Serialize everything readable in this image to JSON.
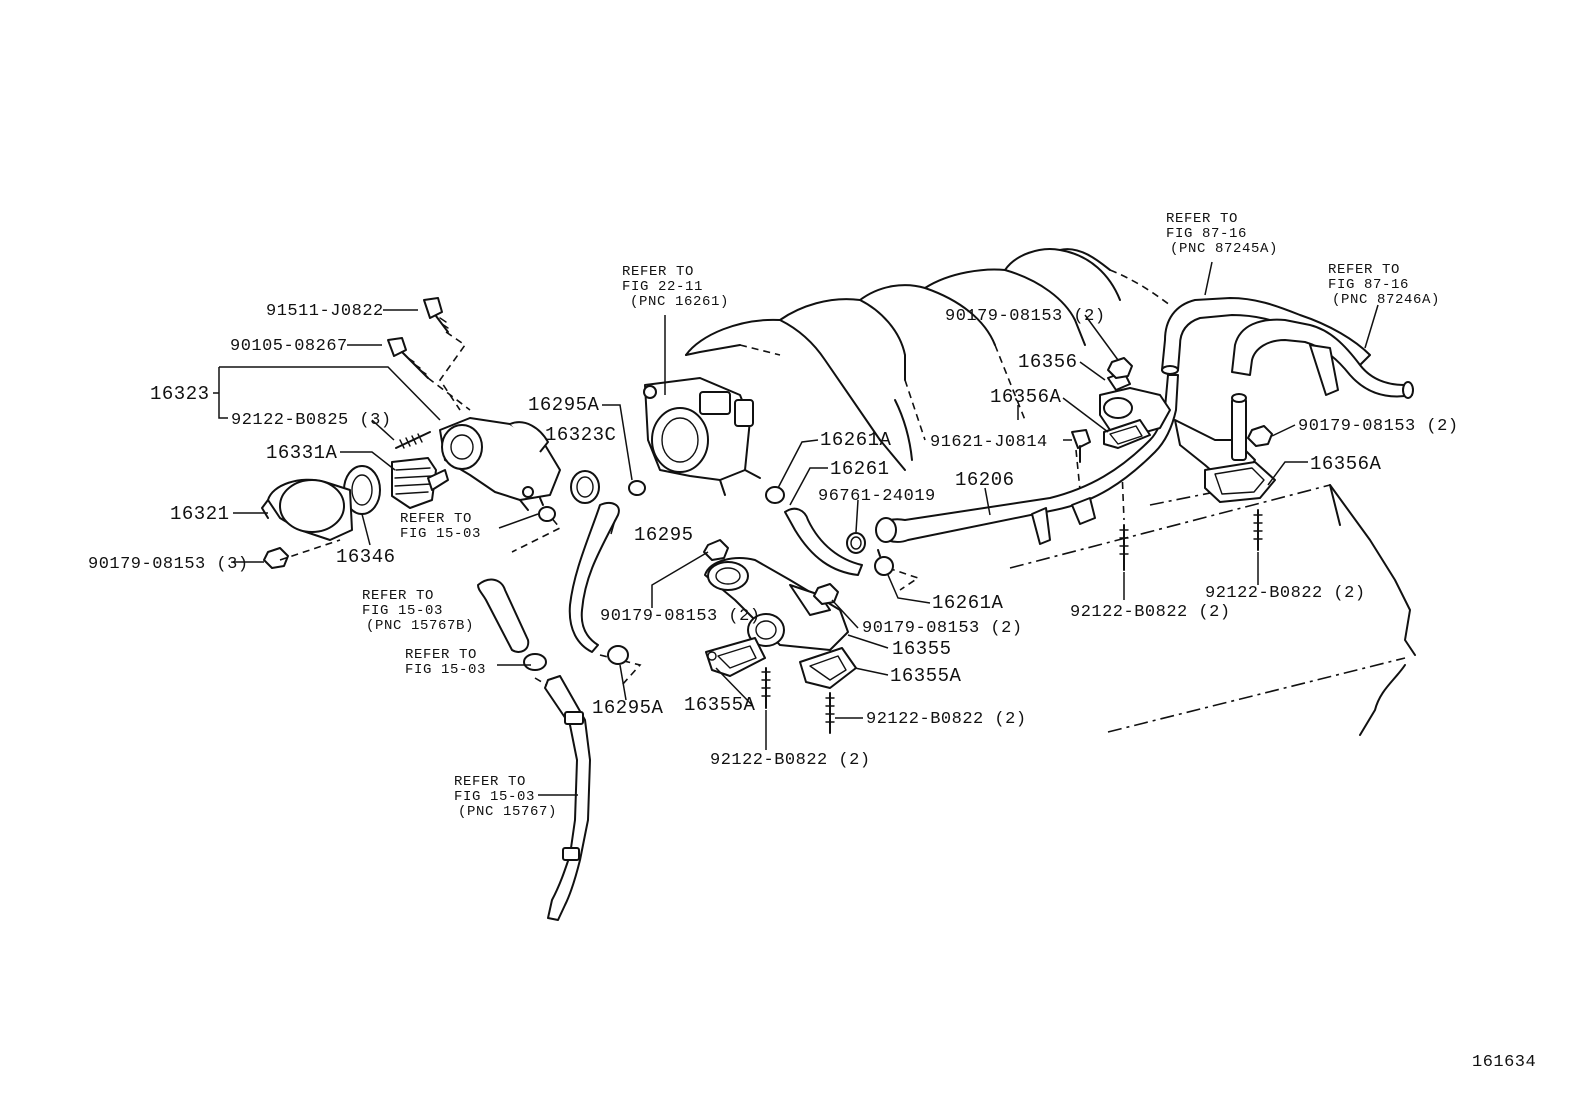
{
  "figure_number": "161634",
  "callouts": {
    "p91511": "91511-J0822",
    "p90105": "90105-08267",
    "p16323": "16323",
    "p92122_b0825": "92122-B0825 (3)",
    "p16331a": "16331A",
    "p16321": "16321",
    "p16346": "16346",
    "p90179_3": "90179-08153 (3)",
    "p16295a_top": "16295A",
    "p16323c": "16323C",
    "p16295": "16295",
    "p16295a_bottom": "16295A",
    "p16261a_top": "16261A",
    "p16261": "16261",
    "p96761": "96761-24019",
    "p16206": "16206",
    "p16261a_bottom": "16261A",
    "p90179_center_left": "90179-08153 (2)",
    "p90179_center_right": "90179-08153 (2)",
    "p16355": "16355",
    "p16355a_right": "16355A",
    "p16355a_left": "16355A",
    "p92122_b0822_center": "92122-B0822 (2)",
    "p92122_b0822_bottom": "92122-B0822 (2)",
    "p90179_top_right": "90179-08153 (2)",
    "p16356": "16356",
    "p16356a_left": "16356A",
    "p91621": "91621-J0814",
    "p90179_far_right": "90179-08153 (2)",
    "p16356a_right": "16356A",
    "p92122_b0822_right1": "92122-B0822 (2)",
    "p92122_b0822_right2": "92122-B0822 (2)"
  },
  "references": {
    "fig22_11": [
      "REFER TO",
      "FIG 22-11",
      "(PNC 16261)"
    ],
    "fig87_16_a": [
      "REFER TO",
      "FIG 87-16",
      "(PNC 87245A)"
    ],
    "fig87_16_b": [
      "REFER TO",
      "FIG 87-16",
      "(PNC 87246A)"
    ],
    "fig15_03_a": [
      "REFER TO",
      "FIG 15-03"
    ],
    "fig15_03_b": [
      "REFER TO",
      "FIG 15-03",
      "(PNC 15767B)"
    ],
    "fig15_03_c": [
      "REFER TO",
      "FIG 15-03"
    ],
    "fig15_03_d": [
      "REFER TO",
      "FIG 15-03",
      "(PNC 15767)"
    ]
  }
}
